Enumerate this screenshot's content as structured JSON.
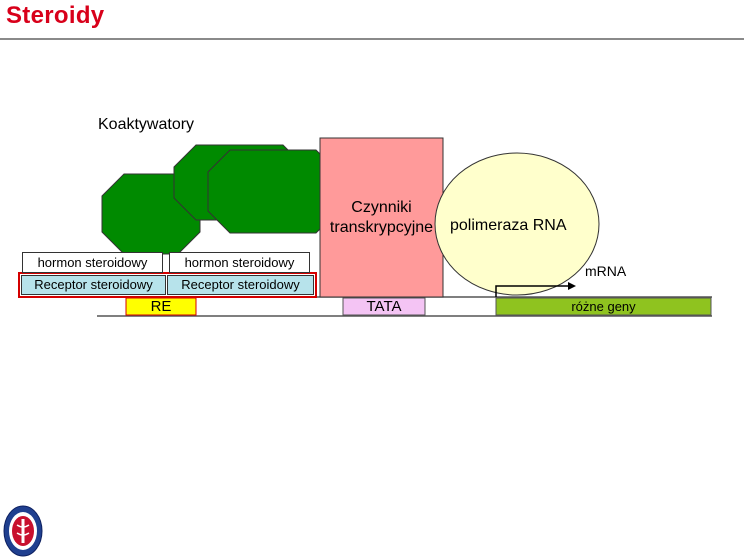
{
  "page": {
    "title": "Steroidy"
  },
  "diagram": {
    "coactivators_label": "Koaktywatory",
    "transcription_factors_label": [
      "Czynniki",
      "transkrypcyjne"
    ],
    "polymerase_label": "polimeraza RNA",
    "mrna_label": "mRNA",
    "hormone_label": "hormon steroidowy",
    "receptor_label": "Receptor steroidowy",
    "re_label": "RE",
    "tata_label": "TATA",
    "genes_label": "różne geny",
    "colors": {
      "title": "#d8001a",
      "coactivator": "#008a00",
      "transcription_factor": "#ff9a9a",
      "polymerase": "#ffffcc",
      "re_box": "#ffff00",
      "re_border": "#d40000",
      "tata_box": "#f4c4f4",
      "gene_bar": "#8fc31f",
      "receptor": "#b7e3eb"
    }
  }
}
